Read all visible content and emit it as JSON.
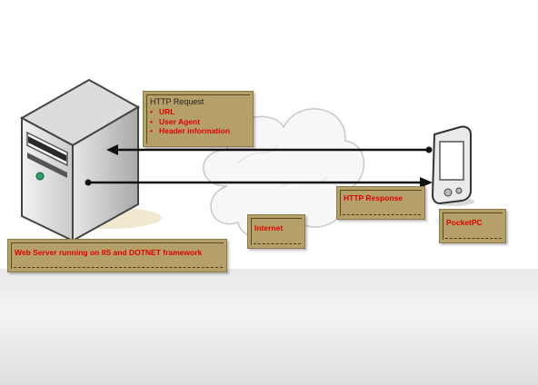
{
  "diagram": {
    "server_label": "Web Server running on IIS and DOTNET framework",
    "request": {
      "title": "HTTP Request",
      "items": [
        "URL",
        "User Agent",
        "Header information"
      ]
    },
    "response_label": "HTTP Response",
    "internet_label": "Internet",
    "client_label": "PocketPC"
  }
}
